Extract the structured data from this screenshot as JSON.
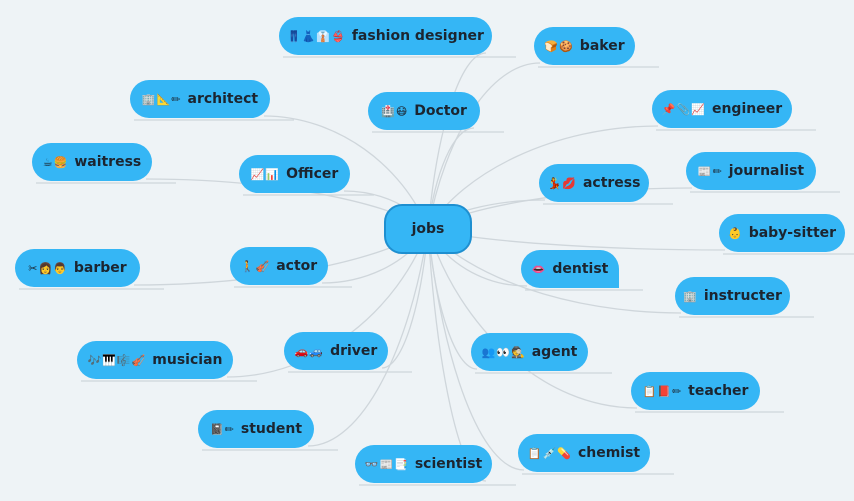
{
  "root": {
    "label": "jobs"
  },
  "colors": {
    "node": "#35b6f5",
    "line": "#cfd6db",
    "background": "#eef3f6"
  },
  "nodes": [
    {
      "id": "fashion-designer",
      "label": "fashion designer",
      "icons": "👖👗👔👙"
    },
    {
      "id": "baker",
      "label": "baker",
      "icons": "🍞🍪"
    },
    {
      "id": "architect",
      "label": "architect",
      "icons": "🏢📐✏"
    },
    {
      "id": "doctor",
      "label": "Doctor",
      "icons": "🏥😷"
    },
    {
      "id": "engineer",
      "label": "engineer",
      "icons": "📌📎📈"
    },
    {
      "id": "waitress",
      "label": "waitress",
      "icons": "☕🍔"
    },
    {
      "id": "officer",
      "label": "Officer",
      "icons": "📈📊"
    },
    {
      "id": "journalist",
      "label": "journalist",
      "icons": "📰✏"
    },
    {
      "id": "actress",
      "label": "actress",
      "icons": "💃💋"
    },
    {
      "id": "baby-sitter",
      "label": "baby-sitter",
      "icons": "👶"
    },
    {
      "id": "barber",
      "label": "barber",
      "icons": "✂👩👨"
    },
    {
      "id": "actor",
      "label": "actor",
      "icons": "🚶🎻"
    },
    {
      "id": "dentist",
      "label": "dentist",
      "icons": "👄"
    },
    {
      "id": "instructer",
      "label": "instructer",
      "icons": "🏢"
    },
    {
      "id": "driver",
      "label": "driver",
      "icons": "🚗🚙"
    },
    {
      "id": "agent",
      "label": "agent",
      "icons": "👥👀🕵"
    },
    {
      "id": "musician",
      "label": "musician",
      "icons": "🎶🎹🎼🎻"
    },
    {
      "id": "teacher",
      "label": "teacher",
      "icons": "📋📕✏"
    },
    {
      "id": "student",
      "label": "student",
      "icons": "📓✏"
    },
    {
      "id": "chemist",
      "label": "chemist",
      "icons": "📋💉💊"
    },
    {
      "id": "scientist",
      "label": "scientist",
      "icons": "👓📰📑"
    }
  ]
}
